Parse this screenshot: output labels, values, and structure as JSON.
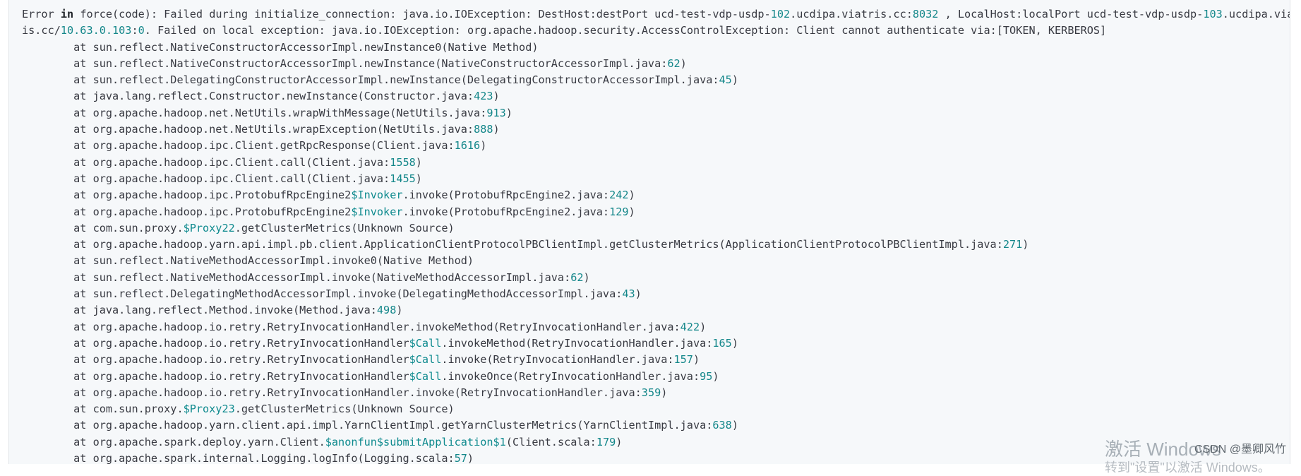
{
  "lines": [
    [
      {
        "t": "Error "
      },
      {
        "t": "in",
        "c": "kw"
      },
      {
        "t": " force(code): Failed during initialize_connection: java.io.IOException: DestHost:destPort ucd-test-vdp-usdp-"
      },
      {
        "t": "102",
        "c": "num"
      },
      {
        "t": ".ucdipa.viatris.cc:"
      },
      {
        "t": "8032",
        "c": "num"
      },
      {
        "t": " , LocalHost:localPort ucd-test-vdp-usdp-"
      },
      {
        "t": "103",
        "c": "num"
      },
      {
        "t": ".ucdipa.viatr"
      }
    ],
    [
      {
        "t": "is.cc/"
      },
      {
        "t": "10.63.0.103",
        "c": "num"
      },
      {
        "t": ":"
      },
      {
        "t": "0",
        "c": "num"
      },
      {
        "t": ". Failed on local exception: java.io.IOException: org.apache.hadoop.security.AccessControlException: Client cannot authenticate via:[TOKEN, KERBEROS]"
      }
    ],
    [
      {
        "t": "        at sun.reflect.NativeConstructorAccessorImpl.newInstance0(Native Method)"
      }
    ],
    [
      {
        "t": "        at sun.reflect.NativeConstructorAccessorImpl.newInstance(NativeConstructorAccessorImpl.java:"
      },
      {
        "t": "62",
        "c": "num"
      },
      {
        "t": ")"
      }
    ],
    [
      {
        "t": "        at sun.reflect.DelegatingConstructorAccessorImpl.newInstance(DelegatingConstructorAccessorImpl.java:"
      },
      {
        "t": "45",
        "c": "num"
      },
      {
        "t": ")"
      }
    ],
    [
      {
        "t": "        at java.lang.reflect.Constructor.newInstance(Constructor.java:"
      },
      {
        "t": "423",
        "c": "num"
      },
      {
        "t": ")"
      }
    ],
    [
      {
        "t": "        at org.apache.hadoop.net.NetUtils.wrapWithMessage(NetUtils.java:"
      },
      {
        "t": "913",
        "c": "num"
      },
      {
        "t": ")"
      }
    ],
    [
      {
        "t": "        at org.apache.hadoop.net.NetUtils.wrapException(NetUtils.java:"
      },
      {
        "t": "888",
        "c": "num"
      },
      {
        "t": ")"
      }
    ],
    [
      {
        "t": "        at org.apache.hadoop.ipc.Client.getRpcResponse(Client.java:"
      },
      {
        "t": "1616",
        "c": "num"
      },
      {
        "t": ")"
      }
    ],
    [
      {
        "t": "        at org.apache.hadoop.ipc.Client.call(Client.java:"
      },
      {
        "t": "1558",
        "c": "num"
      },
      {
        "t": ")"
      }
    ],
    [
      {
        "t": "        at org.apache.hadoop.ipc.Client.call(Client.java:"
      },
      {
        "t": "1455",
        "c": "num"
      },
      {
        "t": ")"
      }
    ],
    [
      {
        "t": "        at org.apache.hadoop.ipc.ProtobufRpcEngine2"
      },
      {
        "t": "$Invoker",
        "c": "var"
      },
      {
        "t": ".invoke(ProtobufRpcEngine2.java:"
      },
      {
        "t": "242",
        "c": "num"
      },
      {
        "t": ")"
      }
    ],
    [
      {
        "t": "        at org.apache.hadoop.ipc.ProtobufRpcEngine2"
      },
      {
        "t": "$Invoker",
        "c": "var"
      },
      {
        "t": ".invoke(ProtobufRpcEngine2.java:"
      },
      {
        "t": "129",
        "c": "num"
      },
      {
        "t": ")"
      }
    ],
    [
      {
        "t": "        at com.sun.proxy."
      },
      {
        "t": "$Proxy22",
        "c": "var"
      },
      {
        "t": ".getClusterMetrics(Unknown Source)"
      }
    ],
    [
      {
        "t": "        at org.apache.hadoop.yarn.api.impl.pb.client.ApplicationClientProtocolPBClientImpl.getClusterMetrics(ApplicationClientProtocolPBClientImpl.java:"
      },
      {
        "t": "271",
        "c": "num"
      },
      {
        "t": ")"
      }
    ],
    [
      {
        "t": "        at sun.reflect.NativeMethodAccessorImpl.invoke0(Native Method)"
      }
    ],
    [
      {
        "t": "        at sun.reflect.NativeMethodAccessorImpl.invoke(NativeMethodAccessorImpl.java:"
      },
      {
        "t": "62",
        "c": "num"
      },
      {
        "t": ")"
      }
    ],
    [
      {
        "t": "        at sun.reflect.DelegatingMethodAccessorImpl.invoke(DelegatingMethodAccessorImpl.java:"
      },
      {
        "t": "43",
        "c": "num"
      },
      {
        "t": ")"
      }
    ],
    [
      {
        "t": "        at java.lang.reflect.Method.invoke(Method.java:"
      },
      {
        "t": "498",
        "c": "num"
      },
      {
        "t": ")"
      }
    ],
    [
      {
        "t": "        at org.apache.hadoop.io.retry.RetryInvocationHandler.invokeMethod(RetryInvocationHandler.java:"
      },
      {
        "t": "422",
        "c": "num"
      },
      {
        "t": ")"
      }
    ],
    [
      {
        "t": "        at org.apache.hadoop.io.retry.RetryInvocationHandler"
      },
      {
        "t": "$Call",
        "c": "var"
      },
      {
        "t": ".invokeMethod(RetryInvocationHandler.java:"
      },
      {
        "t": "165",
        "c": "num"
      },
      {
        "t": ")"
      }
    ],
    [
      {
        "t": "        at org.apache.hadoop.io.retry.RetryInvocationHandler"
      },
      {
        "t": "$Call",
        "c": "var"
      },
      {
        "t": ".invoke(RetryInvocationHandler.java:"
      },
      {
        "t": "157",
        "c": "num"
      },
      {
        "t": ")"
      }
    ],
    [
      {
        "t": "        at org.apache.hadoop.io.retry.RetryInvocationHandler"
      },
      {
        "t": "$Call",
        "c": "var"
      },
      {
        "t": ".invokeOnce(RetryInvocationHandler.java:"
      },
      {
        "t": "95",
        "c": "num"
      },
      {
        "t": ")"
      }
    ],
    [
      {
        "t": "        at org.apache.hadoop.io.retry.RetryInvocationHandler.invoke(RetryInvocationHandler.java:"
      },
      {
        "t": "359",
        "c": "num"
      },
      {
        "t": ")"
      }
    ],
    [
      {
        "t": "        at com.sun.proxy."
      },
      {
        "t": "$Proxy23",
        "c": "var"
      },
      {
        "t": ".getClusterMetrics(Unknown Source)"
      }
    ],
    [
      {
        "t": "        at org.apache.hadoop.yarn.client.api.impl.YarnClientImpl.getYarnClusterMetrics(YarnClientImpl.java:"
      },
      {
        "t": "638",
        "c": "num"
      },
      {
        "t": ")"
      }
    ],
    [
      {
        "t": "        at org.apache.spark.deploy.yarn.Client."
      },
      {
        "t": "$anonfun$submitApplication$1",
        "c": "var"
      },
      {
        "t": "(Client.scala:"
      },
      {
        "t": "179",
        "c": "num"
      },
      {
        "t": ")"
      }
    ],
    [
      {
        "t": "        at org.apache.spark.internal.Logging.logInfo(Logging.scala:"
      },
      {
        "t": "57",
        "c": "num"
      },
      {
        "t": ")"
      }
    ]
  ],
  "watermark": {
    "title": "激活 Windows",
    "subtitle": "转到\"设置\"以激活 Windows。"
  },
  "credit": "CSDN @墨卿风竹",
  "colors": {
    "background": "#f6f8fa",
    "text": "#383a42",
    "number": "#14878a",
    "variable": "#0e8a8e"
  }
}
